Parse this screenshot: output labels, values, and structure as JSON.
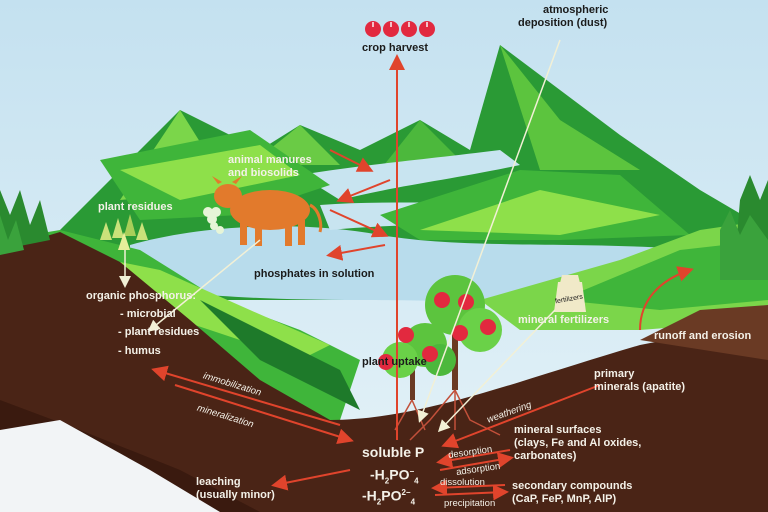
{
  "labels": {
    "crop_harvest": "crop harvest",
    "atmospheric_deposition_l1": "atmospheric",
    "atmospheric_deposition_l2": "deposition (dust)",
    "animal_manures_l1": "animal manures",
    "animal_manures_l2": "and biosolids",
    "plant_residues_top": "plant residues",
    "phosphates_in_solution": "phosphates in solution",
    "organic_phosphorus": "organic phosphorus:",
    "microbial": "- microbial",
    "plant_residues_list": "- plant residues",
    "humus": "- humus",
    "fertilizers_bag": "fertilizers",
    "mineral_fertilizers": "mineral fertilizers",
    "runoff_and_erosion": "runoff and erosion",
    "plant_uptake": "plant uptake",
    "primary_minerals_l1": "primary",
    "primary_minerals_l2": "minerals (apatite)",
    "immobilization": "immobilization",
    "mineralization": "mineralization",
    "weathering": "weathering",
    "mineral_surfaces_l1": "mineral surfaces",
    "mineral_surfaces_l2": "(clays, Fe and Al oxides,",
    "mineral_surfaces_l3": "carbonates)",
    "soluble_p": "soluble P",
    "h2po4_base": "-H",
    "h2po4_2": "2",
    "h2po4_po": "PO",
    "h2po4_sup": "−",
    "h2po4_sub": "4",
    "hpo4_base": "-H",
    "hpo4_2": "2",
    "hpo4_po": "PO",
    "hpo4_sup": "2−",
    "hpo4_sub": "4",
    "desorption": "desorption",
    "adsorption": "adsorption",
    "dissolution": "dissolution",
    "precipitation": "precipitation",
    "leaching_l1": "leaching",
    "leaching_l2": "(usually minor)",
    "secondary_compounds_l1": "secondary compounds",
    "secondary_compounds_l2": "(CaP, FeP, MnP, AlP)"
  },
  "icons": [
    "apple-icon",
    "cow-icon",
    "clover-icon",
    "fertilizer-bag-icon",
    "apple-tree-icon"
  ],
  "colors": {
    "sky": "#cfe6f2",
    "water": "#b8dcec",
    "soil": "#4a2416",
    "soil_light": "#6a3a24",
    "grass_light": "#8ee04a",
    "grass_mid": "#3fb53a",
    "grass_dark": "#1e7a2a",
    "arrow_red": "#e0442c",
    "arrow_light": "#f2f0d6",
    "cow": "#e27a2c",
    "apple": "#e2293f"
  }
}
